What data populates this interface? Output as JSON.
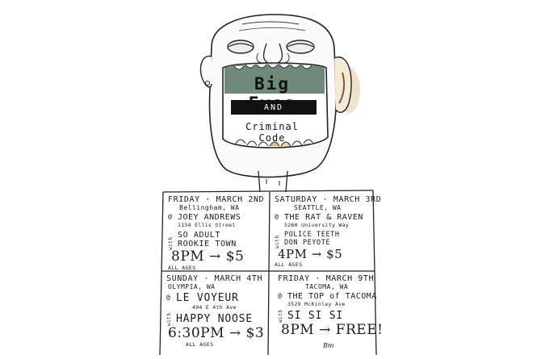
{
  "headline": {
    "band1": "Big Eyes",
    "conj": "AND",
    "band2": "Criminal Code"
  },
  "events": [
    {
      "day": "FRIDAY · MARCH 2ND",
      "city": "Bellingham, WA",
      "venue": "JOEY ANDREWS",
      "address": "1134 Ellis Street",
      "acts": [
        "SO ADULT",
        "ROOKIE TOWN"
      ],
      "price": "8PM → $5",
      "ages": "ALL AGES"
    },
    {
      "day": "SATURDAY · MARCH 3RD",
      "city": "SEATTLE, WA",
      "venue": "THE RAT & RAVEN",
      "address": "5260 University Way",
      "acts": [
        "POLICE TEETH",
        "DON PEYOTE"
      ],
      "price": "4PM → $5",
      "ages": "ALL AGES"
    },
    {
      "day": "SUNDAY · MARCH 4TH",
      "city": "OLYMPIA, WA",
      "venue": "LE VOYEUR",
      "address": "404 E 4th Ave",
      "acts": [
        "HAPPY NOOSE"
      ],
      "price": "6:30PM → $3",
      "ages": "ALL AGES"
    },
    {
      "day": "FRIDAY · MARCH 9TH",
      "city": "TACOMA, WA",
      "venue": "THE TOP of TACOMA",
      "address": "3529 McKinley Ave",
      "acts": [
        "SI SI SI"
      ],
      "price": "8PM → FREE!",
      "ages": ""
    }
  ],
  "labels": {
    "at": "@",
    "with": "with"
  },
  "signature": "Bm",
  "colors": {
    "ink": "#1a1a1a",
    "banner_green": "#6f8a7a",
    "stain": "#e7d3b3"
  }
}
